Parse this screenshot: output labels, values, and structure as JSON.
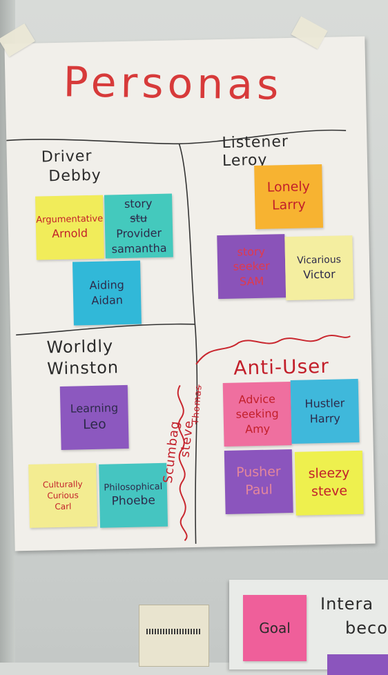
{
  "title": "Personas",
  "sections": {
    "driver": {
      "line1": "Driver",
      "line2": "Debby"
    },
    "listener": {
      "line1": "Listener",
      "line2": "Leroy"
    },
    "worldly": {
      "line1": "Worldly",
      "line2": "Winston"
    },
    "anti_user": {
      "label": "Anti-User"
    }
  },
  "notes": {
    "argumentative_arnold": {
      "l1": "Argumentative",
      "l2": "Arnold",
      "color": "#f1ec5a"
    },
    "story_provider_samantha": {
      "l1": "story",
      "l2_struck": "stu",
      "l2": "Provider",
      "l3": "samantha",
      "color": "#44c9bd"
    },
    "aiding_aidan": {
      "l1": "Aiding",
      "l2": "Aidan",
      "color": "#31b8d8"
    },
    "lonely_larry": {
      "l1": "Lonely",
      "l2": "Larry",
      "color": "#f7b331"
    },
    "story_seeker_sam": {
      "l1": "story",
      "l2": "seeker",
      "l3": "SAM",
      "color": "#8a53b9"
    },
    "vicarious_victor": {
      "l1": "Vicarious",
      "l2": "Victor",
      "color": "#f4eea0"
    },
    "learning_leo": {
      "l1": "Learning",
      "l2": "Leo",
      "color": "#8c58bf"
    },
    "culturally_curious_carl": {
      "l1": "Culturally",
      "l2": "Curious",
      "l3": "Carl",
      "color": "#f3ec91"
    },
    "philosophical_phoebe": {
      "l1": "Philosophical",
      "l2": "Phoebe",
      "color": "#45c5c1"
    },
    "advice_seeking_amy": {
      "l1": "Advice",
      "l2": "seeking",
      "l3": "Amy",
      "color": "#ef6f9f"
    },
    "hustler_harry": {
      "l1": "Hustler",
      "l2": "Harry",
      "color": "#3fb8db"
    },
    "pusher_paul": {
      "l1": "Pusher",
      "l2": "Paul",
      "color": "#8b55bd"
    },
    "sleezy_steve": {
      "l1": "sleezy",
      "l2": "steve",
      "color": "#eef04e"
    }
  },
  "scumbag_steve": {
    "l1": "Scumbag",
    "l2": "steve",
    "scribble": "Thomas"
  },
  "bottom_board": {
    "note_label": "Goal",
    "text1": "Intera",
    "text2": "becor"
  }
}
